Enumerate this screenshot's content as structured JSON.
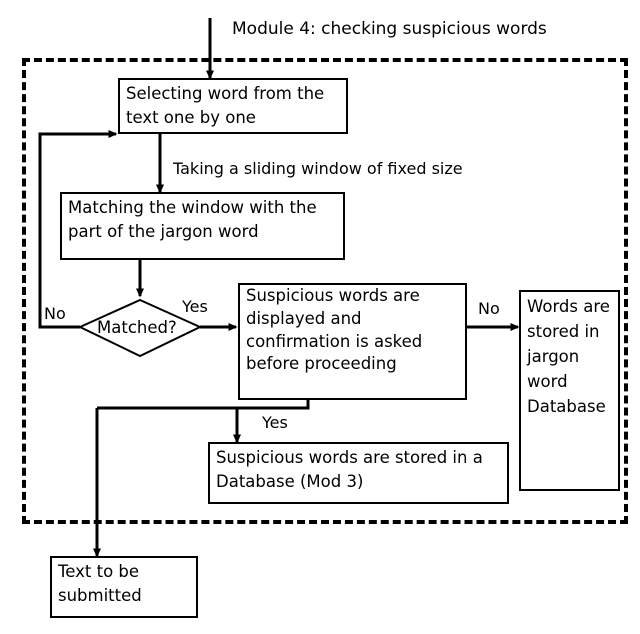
{
  "diagram": {
    "title": "Module 4: checking suspicious words",
    "type": "flowchart",
    "frame_label": "module-4-boundary"
  },
  "nodes": {
    "select_word": {
      "label": "Selecting word from the text one by one",
      "shape": "rect"
    },
    "matching": {
      "label": "Matching the window with the part of the jargon word",
      "shape": "rect"
    },
    "decision": {
      "label": "Matched?",
      "shape": "diamond"
    },
    "suspicious_display": {
      "label": "Suspicious words are displayed and confirmation is asked before proceeding",
      "shape": "rect"
    },
    "jargon_store": {
      "label": "Words are stored in jargon word Database",
      "shape": "rect"
    },
    "database_store": {
      "label": "Suspicious words are stored in a Database (Mod 3)",
      "shape": "rect"
    },
    "text_submitted": {
      "label": "Text to be submitted",
      "shape": "rect"
    }
  },
  "edge_labels": {
    "sliding_window": "Taking a sliding window of fixed size",
    "no_loop": "No",
    "yes_matched": "Yes",
    "no_confirm": "No",
    "yes_confirm": "Yes"
  },
  "colors": {
    "stroke": "#000000",
    "fill": "#ffffff",
    "text": "#000000"
  }
}
